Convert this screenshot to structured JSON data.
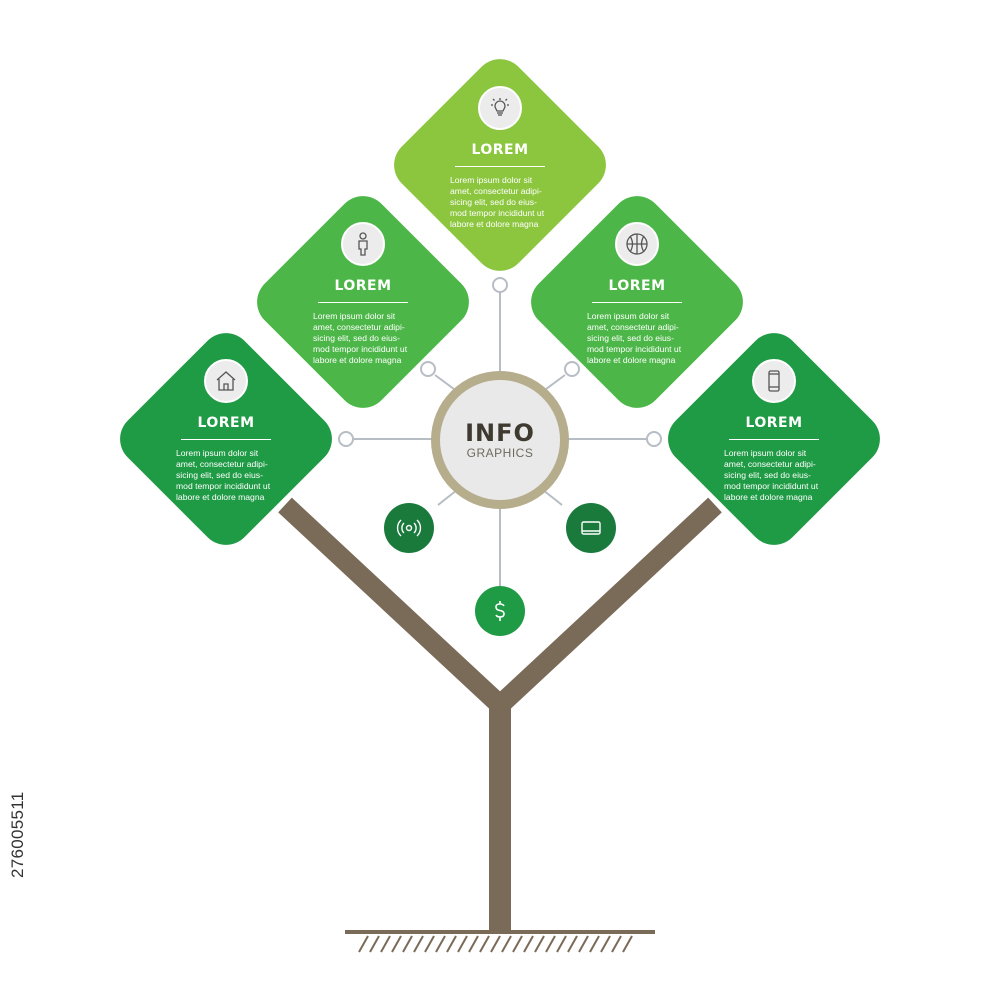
{
  "center": {
    "title": "INFO",
    "subtitle": "GRAPHICS"
  },
  "cards": [
    {
      "title": "LOREM",
      "body": "Lorem ipsum dolor sit\namet, consectetur adipi-\nsicing elit, sed do eius-\nmod tempor incididunt ut\nlabore et dolore magna",
      "icon": "lightbulb-icon",
      "color": "#8cc63f"
    },
    {
      "title": "LOREM",
      "body": "Lorem ipsum dolor sit\namet, consectetur adipi-\nsicing elit, sed do eius-\nmod tempor incididunt ut\nlabore et dolore magna",
      "icon": "person-icon",
      "color": "#4cb748"
    },
    {
      "title": "LOREM",
      "body": "Lorem ipsum dolor sit\namet, consectetur adipi-\nsicing elit, sed do eius-\nmod tempor incididunt ut\nlabore et dolore magna",
      "icon": "basketball-icon",
      "color": "#4cb748"
    },
    {
      "title": "LOREM",
      "body": "Lorem ipsum dolor sit\namet, consectetur adipi-\nsicing elit, sed do eius-\nmod tempor incididunt ut\nlabore et dolore magna",
      "icon": "home-icon",
      "color": "#1f9a45"
    },
    {
      "title": "LOREM",
      "body": "Lorem ipsum dolor sit\namet, consectetur adipi-\nsicing elit, sed do eius-\nmod tempor incididunt ut\nlabore et dolore magna",
      "icon": "smartphone-icon",
      "color": "#1f9a45"
    }
  ],
  "satellites": [
    {
      "icon": "wireless-signal-icon",
      "color": "#1a7a3c"
    },
    {
      "icon": "credit-card-icon",
      "color": "#1a7a3c"
    },
    {
      "icon": "dollar-icon",
      "color": "#1f9a45"
    }
  ],
  "colors": {
    "trunk": "#7a6a58",
    "connector": "#b7bdc4",
    "hub_ring": "#b5ad8c"
  },
  "watermark": {
    "id": "276005511"
  }
}
